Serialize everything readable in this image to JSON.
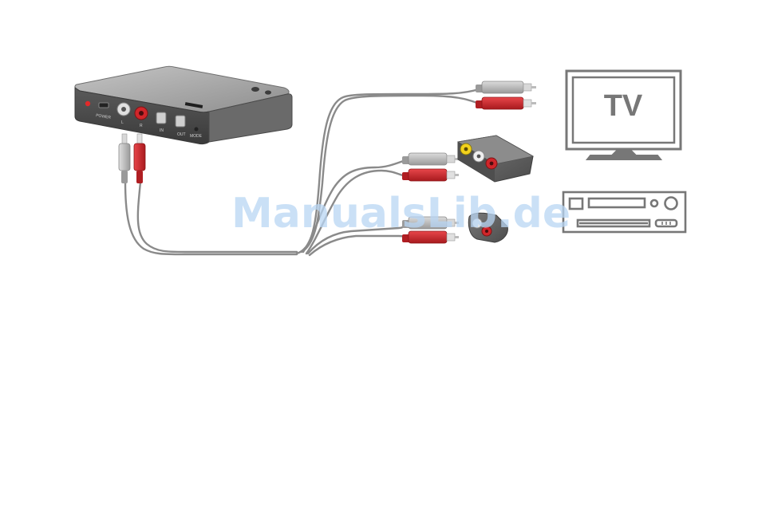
{
  "diagram": {
    "devices": {
      "tv_label": "TV"
    },
    "box_labels": {
      "power": "POWER",
      "left": "L",
      "right": "R",
      "in": "IN",
      "out": "OUT",
      "mode": "MODE"
    },
    "watermark": "ManualsLib.de",
    "colors": {
      "cable": "#8a8a8a",
      "rca_red": "#d0262a",
      "rca_white": "#c9c9c9",
      "rca_yellow": "#f2d21c",
      "device_outline": "#777777",
      "box_top": "#a4a4a4",
      "box_front": "#4a4a4a",
      "watermark": "#b9d6f4"
    }
  }
}
